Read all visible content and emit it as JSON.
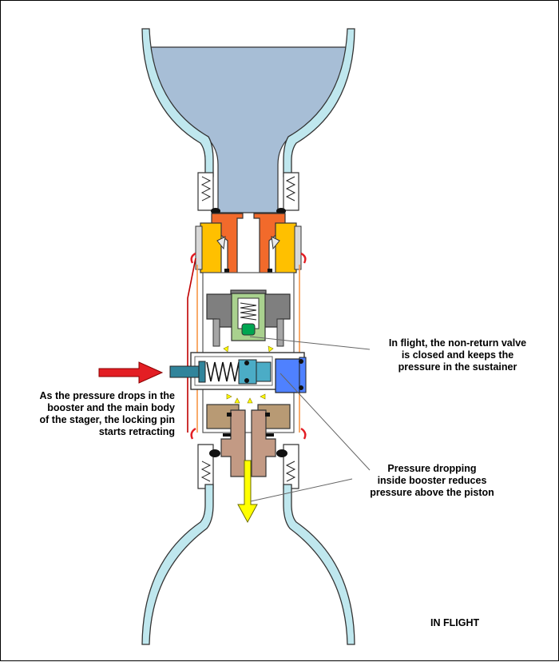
{
  "diagram": {
    "labels": {
      "valve": [
        "In flight, the non-return valve",
        "is closed and keeps the",
        "pressure in the sustainer"
      ],
      "pin": [
        "As the pressure drops in the",
        "booster and the main body",
        "of the stager, the locking pin",
        "starts retracting"
      ],
      "piston": [
        "Pressure dropping",
        "inside booster reduces",
        "pressure above the piston"
      ],
      "state": "IN FLIGHT"
    },
    "colors": {
      "tube_wall": "#bfe7ee",
      "fluid": "#a7bed6",
      "upper_coupling": "#f26a2b",
      "latch": "#ffc000",
      "body_gray": "#7f7f7f",
      "valve_green": "#a9d18e",
      "valve_seal": "#00a651",
      "piston_blue": "#4f81ff",
      "pin_teal": "#31849b",
      "lower_coupling": "#c39a84",
      "lower_block": "#b89a74",
      "arrow_red": "#e31e24",
      "arrow_yellow": "#ffff00"
    },
    "icons": [
      "spring-icon",
      "o-ring-icon",
      "red-arrow-icon",
      "yellow-arrow-icon"
    ]
  }
}
